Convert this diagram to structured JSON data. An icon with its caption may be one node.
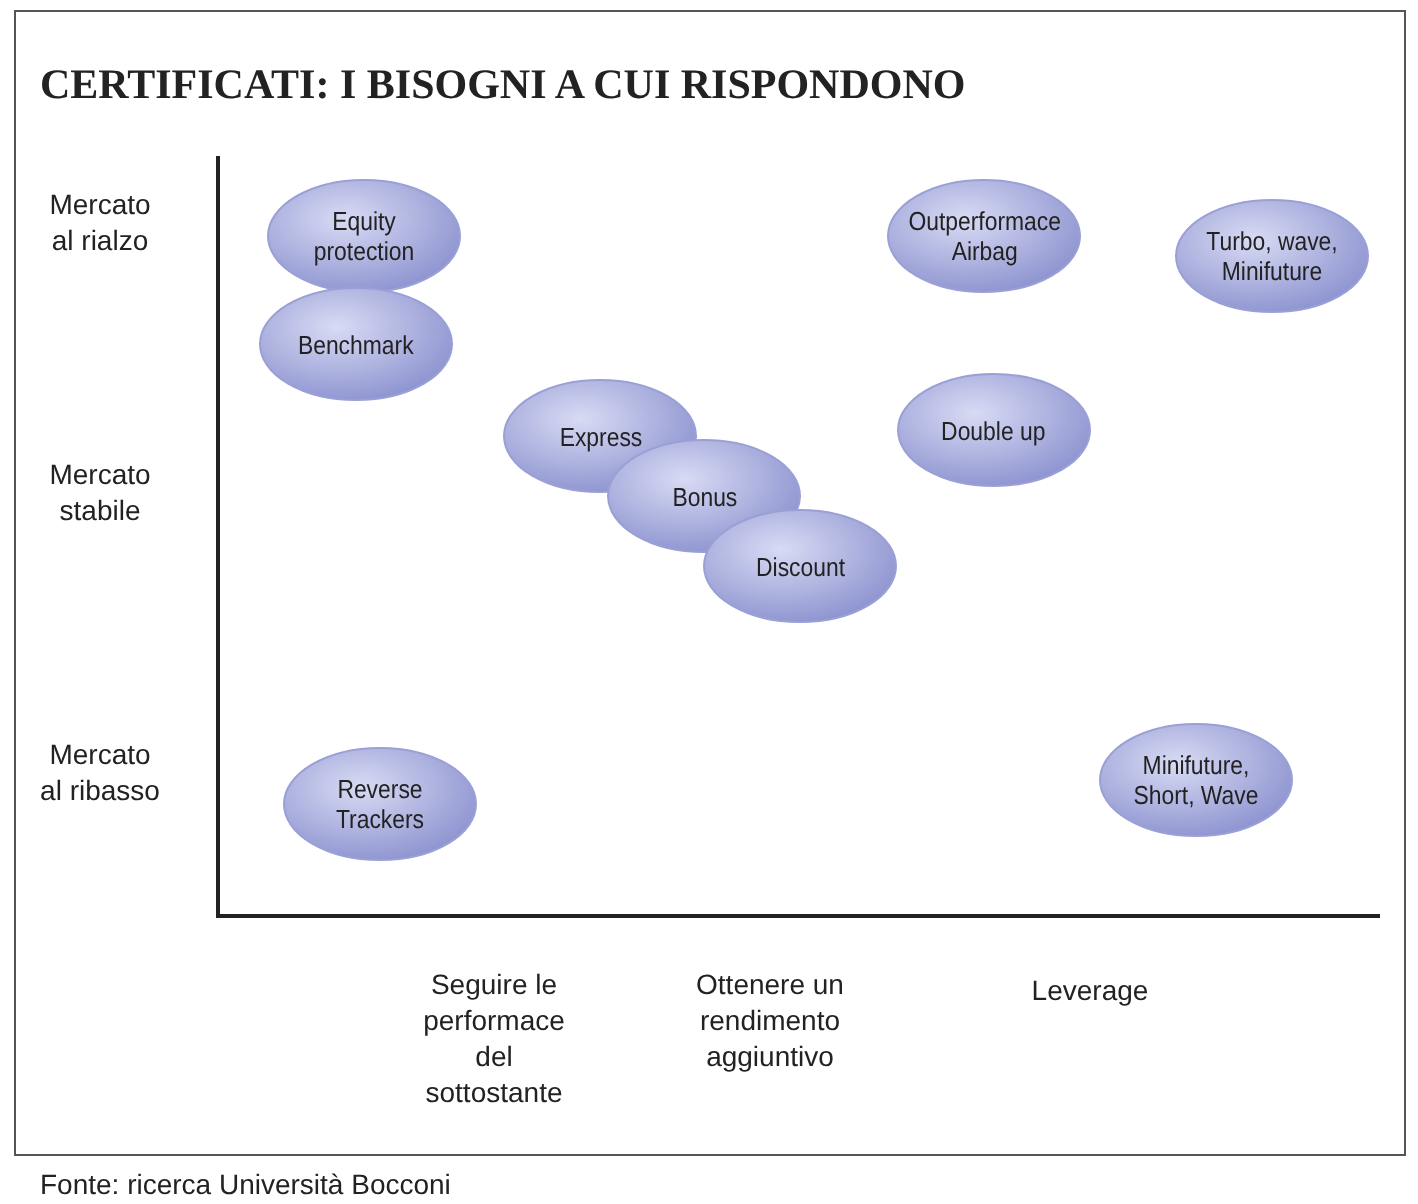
{
  "diagram": {
    "title": "CERTIFICATI: I BISOGNI A CUI RISPONDONO",
    "caption": "Fonte: ricerca Università Bocconi",
    "nodes": [
      {
        "text": [
          "Equity protection"
        ]
      },
      {
        "text": [
          "Outperformace Airbag"
        ]
      },
      {
        "text": [
          "Turbo, wave, Minifuture"
        ]
      },
      {
        "text": [
          "Benchmark"
        ]
      },
      {
        "text": [
          "Express"
        ]
      },
      {
        "text": [
          "Double up"
        ]
      },
      {
        "text": [
          "Bonus"
        ]
      },
      {
        "text": [
          "Discount"
        ]
      },
      {
        "text": [
          "Reverse Trackers"
        ]
      },
      {
        "text": [
          "Minifuture, Short, Wave"
        ]
      }
    ],
    "labels": [
      "Mercato al rialzo",
      "Mercato stabile",
      "Mercato al ribasso",
      "Seguire le performace del sottostante",
      "Ottenere un rendimento aggiuntivo",
      "Leverage"
    ]
  }
}
